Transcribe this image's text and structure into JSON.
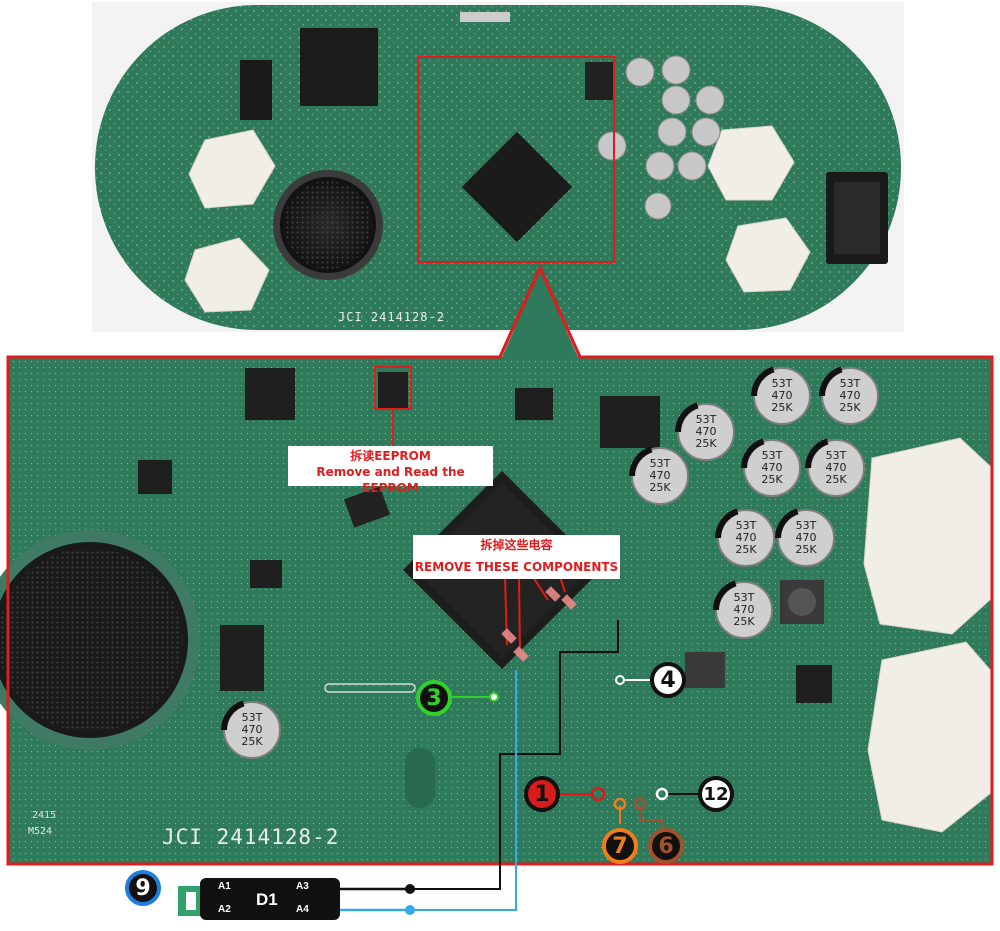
{
  "labels": {
    "eeprom_cn": "拆读EEPROM",
    "eeprom_en": "Remove and Read the EEPROM",
    "components_cn": "拆掉这些电容",
    "components_en": "REMOVE THESE COMPONENTS"
  },
  "board_silkscreen": {
    "top_text": "JCI 2414128-2",
    "zoom_text": "JCI 2414128-2",
    "zoom_tag1": "2415",
    "zoom_tag2": "M524"
  },
  "capacitor_marking": {
    "line1": "53T",
    "line2": "470",
    "line3": "25K"
  },
  "pins": [
    {
      "id": "pin-1",
      "label": "1",
      "color": "#d81b1b"
    },
    {
      "id": "pin-3",
      "label": "3",
      "color": "#2fd12a"
    },
    {
      "id": "pin-4",
      "label": "4",
      "color": "#ffffff"
    },
    {
      "id": "pin-6",
      "label": "6",
      "color": "#a0522d"
    },
    {
      "id": "pin-7",
      "label": "7",
      "color": "#f07d1a"
    },
    {
      "id": "pin-9",
      "label": "9",
      "color": "#1e7fe0"
    },
    {
      "id": "pin-12",
      "label": "12",
      "color": "#ffffff"
    }
  ],
  "adapter": {
    "name": "D1",
    "a1": "A1",
    "a2": "A2",
    "a3": "A3",
    "a4": "A4"
  },
  "colors": {
    "highlight": "#e21c1c",
    "pcb": "#2f7a5a",
    "wire_blue": "#34a8e8",
    "wire_black": "#111111"
  }
}
